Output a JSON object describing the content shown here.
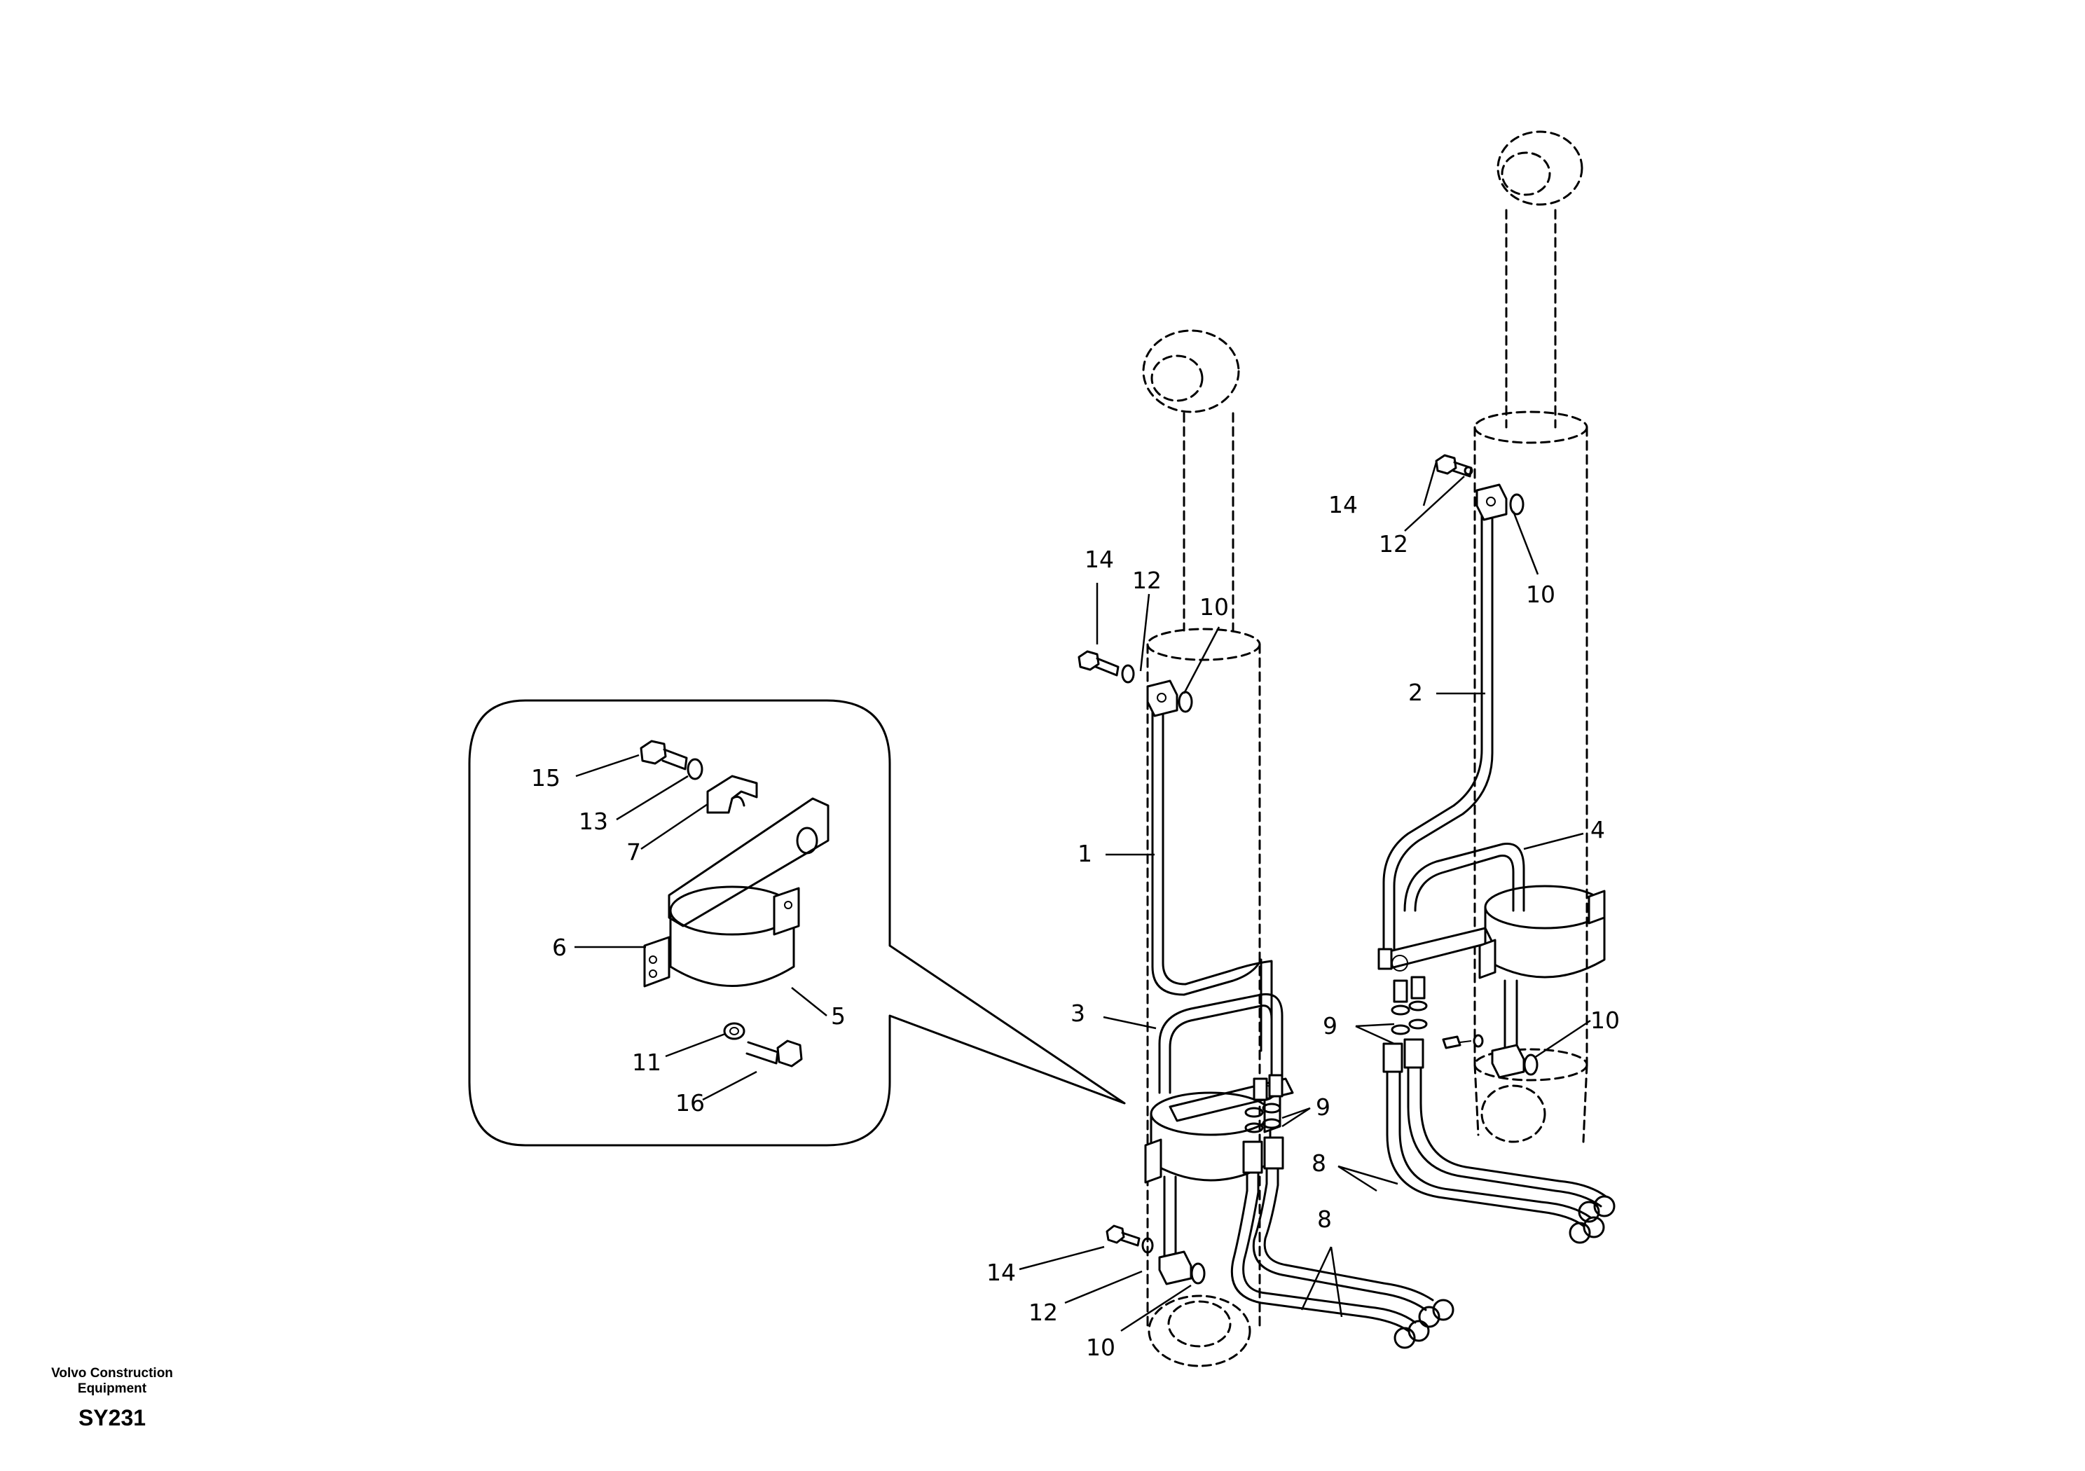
{
  "labels": {
    "l14a": "14",
    "l12a": "12",
    "l10a": "10",
    "l14b": "14",
    "l12b": "12",
    "l10b": "10",
    "l2": "2",
    "l4": "4",
    "l1": "1",
    "l3": "3",
    "l9a": "9",
    "l9b": "9",
    "l10c": "10",
    "l8a": "8",
    "l8b": "8",
    "l14c": "14",
    "l12c": "12",
    "l10d": "10",
    "l15": "15",
    "l13": "13",
    "l7": "7",
    "l6": "6",
    "l5": "5",
    "l11": "11",
    "l16": "16"
  },
  "footer": {
    "line1": "Volvo Construction",
    "line2": "Equipment",
    "code": "SY231"
  }
}
